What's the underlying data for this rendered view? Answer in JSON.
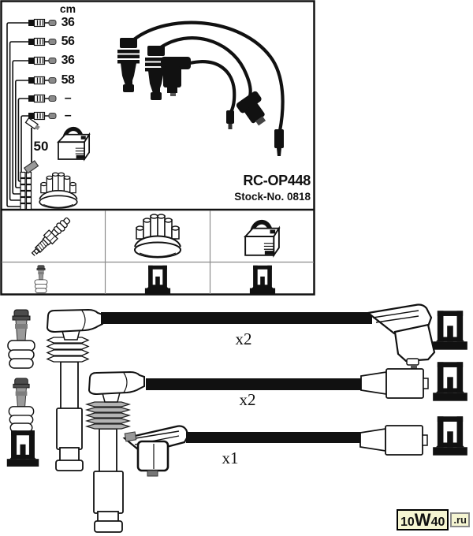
{
  "unit_header": "cm",
  "wire_lengths": [
    "36",
    "56",
    "36",
    "58",
    "–",
    "–"
  ],
  "coil_wire_length": "50",
  "product": {
    "model": "RC-OP448",
    "stock_no": "Stock-No. 0818"
  },
  "cable_quantities": {
    "cable1": "x2",
    "cable2": "x2",
    "cable3": "x1"
  },
  "watermark": {
    "prefix": "10",
    "w": "W",
    "suffix": "40",
    "domain": ".ru"
  },
  "icons": {
    "top_diagram": [
      "ignition-coil-icon",
      "distributor-cap-icon",
      "wire-end-connector-icon"
    ],
    "table_row1": [
      "spark-plug-icon",
      "distributor-cap-icon",
      "ignition-coil-icon"
    ],
    "table_row2": [
      "spark-plug-boot-icon",
      "terminal-connector-icon",
      "terminal-connector-icon"
    ],
    "bottom_left_column": [
      "spark-plug-boot-icon",
      "spark-plug-boot-icon",
      "terminal-connector-icon"
    ],
    "bottom_right_column": [
      "terminal-connector-icon",
      "terminal-connector-icon",
      "terminal-connector-icon"
    ]
  },
  "colors": {
    "ink": "#111111",
    "grid_line": "#8c8c8c",
    "boot_dark_gray": "#4c4c4c",
    "boot_mid_gray": "#9a9a9a",
    "rib_gray": "#b3b3b3",
    "watermark_bg": "#f5f5d2"
  }
}
